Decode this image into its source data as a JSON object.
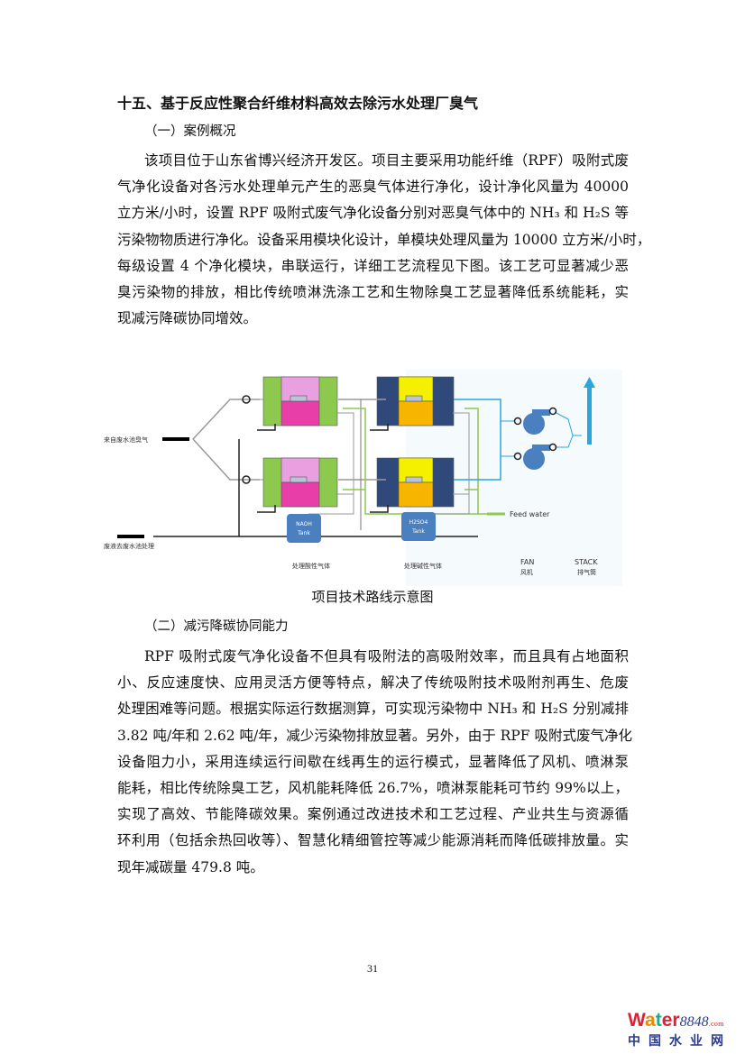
{
  "title": "十五、基于反应性聚合纤维材料高效去除污水处理厂臭气",
  "section1": {
    "heading": "（一）案例概况",
    "lines": [
      "该项目位于山东省博兴经济开发区。项目主要采用功能纤维（RPF）吸附式废",
      "气净化设备对各污水处理单元产生的恶臭气体进行净化，设计净化风量为  40000",
      "立方米/小时，设置 RPF 吸附式废气净化设备分别对恶臭气体中的 NH₃ 和 H₂S 等",
      "污染物物质进行净化。设备采用模块化设计，单模块处理风量为 10000 立方米/小时，",
      "每级设置 4 个净化模块，串联运行，详细工艺流程见下图。该工艺可显著减少恶",
      "臭污染物的排放，相比传统喷淋洗涤工艺和生物除臭工艺显著降低系统能耗，实",
      "现减污降碳协同增效。"
    ]
  },
  "diagram": {
    "inlet": "来自废水池臭气",
    "outlet": "废液去废水池处理",
    "tank1": [
      "NAOH",
      "Tank"
    ],
    "tank2": [
      "H2SO4",
      "Tank"
    ],
    "feed": "Feed water",
    "acid": "处理酸性气体",
    "alkali": "处理碱性气体",
    "fan": [
      "FAN",
      "风机"
    ],
    "stack": [
      "STACK",
      "排气筒"
    ],
    "colors": {
      "green": "#8dc84f",
      "pink": "#e83ea8",
      "lightpink": "#e8a0e0",
      "navy": "#2f4a7a",
      "yellow": "#f5f000",
      "orange": "#f7b500",
      "blue": "#29a6dd",
      "fan": "#4a7fc0"
    }
  },
  "caption": "项目技术路线示意图",
  "section2": {
    "heading": "（二）减污降碳协同能力",
    "lines": [
      "RPF 吸附式废气净化设备不但具有吸附法的高吸附效率，而且具有占地面积",
      "小、反应速度快、应用灵活方便等特点，解决了传统吸附技术吸附剂再生、危废",
      "处理困难等问题。根据实际运行数据测算，可实现污染物中 NH₃ 和 H₂S 分别减排",
      "3.82 吨/年和 2.62 吨/年，减少污染物排放显著。另外，由于 RPF 吸附式废气净化",
      "设备阻力小，采用连续运行间歇在线再生的运行模式，显著降低了风机、喷淋泵",
      "能耗，相比传统除臭工艺，风机能耗降低 26.7%，喷淋泵能耗可节约 99%以上，",
      "实现了高效、节能降碳效果。案例通过改进技术和工艺过程、产业共生与资源循",
      "环利用（包括余热回收等）、智慧化精细管控等减少能源消耗而降低碳排放量。实",
      "现年减碳量 479.8 吨。"
    ]
  },
  "page_number": "31",
  "watermark": {
    "brand": "Water",
    "num": "8848",
    "com": ".com",
    "cn": "中国水业网"
  }
}
